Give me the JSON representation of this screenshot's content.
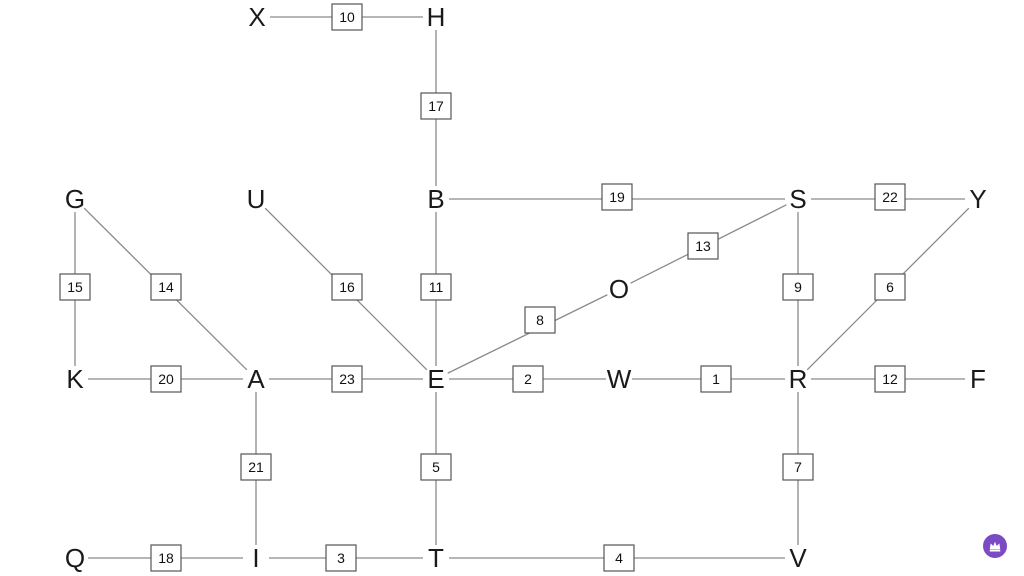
{
  "nodes": [
    "X",
    "H",
    "B",
    "S",
    "Y",
    "G",
    "U",
    "O",
    "K",
    "A",
    "E",
    "W",
    "R",
    "F",
    "I",
    "T",
    "V",
    "Q"
  ],
  "edges": [
    {
      "from": "X",
      "to": "H",
      "weight": "10"
    },
    {
      "from": "H",
      "to": "B",
      "weight": "17"
    },
    {
      "from": "B",
      "to": "S",
      "weight": "19"
    },
    {
      "from": "S",
      "to": "Y",
      "weight": "22"
    },
    {
      "from": "G",
      "to": "K",
      "weight": "15"
    },
    {
      "from": "G",
      "to": "A",
      "weight": "14"
    },
    {
      "from": "U",
      "to": "E",
      "weight": "16"
    },
    {
      "from": "B",
      "to": "E",
      "weight": "11"
    },
    {
      "from": "O",
      "to": "S",
      "weight": "13"
    },
    {
      "from": "E",
      "to": "O",
      "weight": "8"
    },
    {
      "from": "S",
      "to": "R",
      "weight": "9"
    },
    {
      "from": "Y",
      "to": "R",
      "weight": "6"
    },
    {
      "from": "K",
      "to": "A",
      "weight": "20"
    },
    {
      "from": "A",
      "to": "E",
      "weight": "23"
    },
    {
      "from": "E",
      "to": "W",
      "weight": "2"
    },
    {
      "from": "W",
      "to": "R",
      "weight": "1"
    },
    {
      "from": "R",
      "to": "F",
      "weight": "12"
    },
    {
      "from": "A",
      "to": "I",
      "weight": "21"
    },
    {
      "from": "E",
      "to": "T",
      "weight": "5"
    },
    {
      "from": "R",
      "to": "V",
      "weight": "7"
    },
    {
      "from": "Q",
      "to": "I",
      "weight": "18"
    },
    {
      "from": "I",
      "to": "T",
      "weight": "3"
    },
    {
      "from": "T",
      "to": "V",
      "weight": "4"
    }
  ],
  "badge_icon": "crown-icon",
  "colors": {
    "badge": "#7b4bc4",
    "edge": "#8a8a8a",
    "text": "#1a1a1a"
  }
}
